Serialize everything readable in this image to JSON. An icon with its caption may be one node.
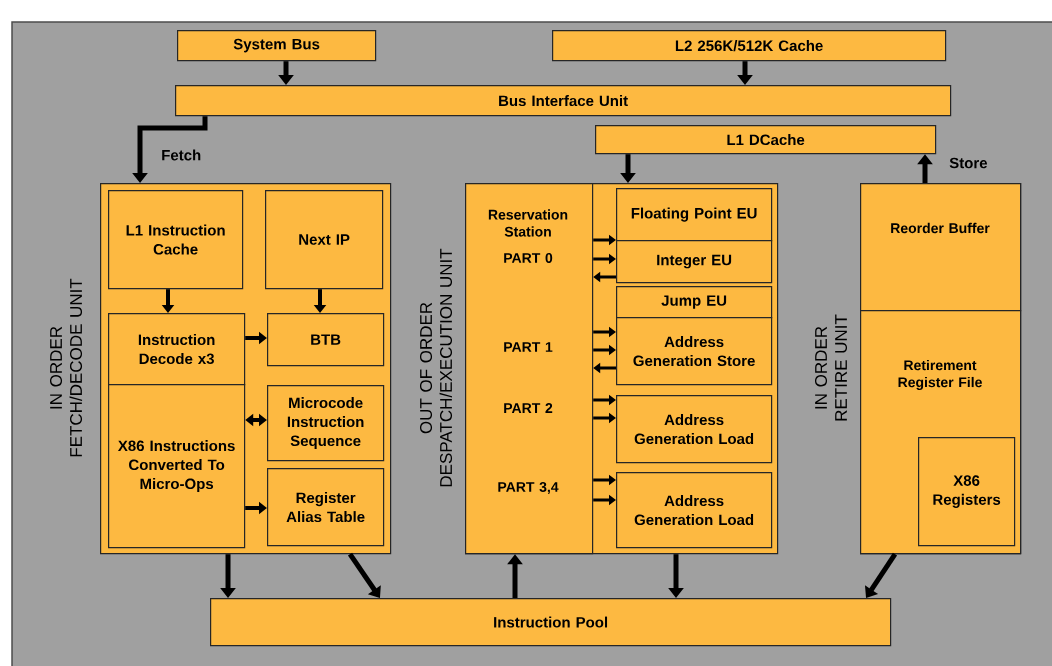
{
  "diagram": {
    "nodes": [
      {
        "text": [
          "System Bus"
        ]
      },
      {
        "text": [
          "L2 256K/512K Cache"
        ]
      },
      {
        "text": [
          "Bus Interface Unit"
        ]
      },
      {
        "text": [
          "L1 DCache"
        ]
      },
      {
        "text": [
          "IN ORDER FETCH/DECODE UNIT"
        ]
      },
      {
        "text": [
          "L1 Instruction Cache"
        ],
        "in": 4
      },
      {
        "text": [
          "Next IP"
        ],
        "in": 4
      },
      {
        "text": [
          "Instruction Decode x3"
        ],
        "in": 4
      },
      {
        "text": [
          "BTB"
        ],
        "in": 4
      },
      {
        "text": [
          "X86 Instructions Converted To Micro-Ops"
        ],
        "in": 4
      },
      {
        "text": [
          "Microcode Instruction Sequence"
        ],
        "in": 4
      },
      {
        "text": [
          "Register Alias Table"
        ],
        "in": 4
      },
      {
        "text": [
          "OUT OF ORDER DESPATCH/EXECUTION UNIT"
        ]
      },
      {
        "text": [
          "Reservation Station",
          "PART 0",
          "PART 1",
          "PART 2",
          "PART 3,4"
        ],
        "in": 12
      },
      {
        "text": [
          "Floating Point EU"
        ],
        "in": 12
      },
      {
        "text": [
          "Integer EU"
        ],
        "in": 12
      },
      {
        "text": [
          "Jump EU"
        ],
        "in": 12
      },
      {
        "text": [
          "Address Generation Store"
        ],
        "in": 12
      },
      {
        "text": [
          "Address Generation Load"
        ],
        "in": 12
      },
      {
        "text": [
          "Address Generation Load"
        ],
        "in": 12
      },
      {
        "text": [
          "IN ORDER RETIRE UNIT"
        ]
      },
      {
        "text": [
          "Reorder Buffer"
        ],
        "in": 20
      },
      {
        "text": [
          "Retirement Register File"
        ],
        "in": 20
      },
      {
        "text": [
          "X86 Registers"
        ],
        "in": 22
      },
      {
        "text": [
          "Instruction Pool"
        ]
      }
    ],
    "edges": [
      {
        "from": 0,
        "to": 2,
        "arrow": "to"
      },
      {
        "from": 1,
        "to": 2,
        "arrow": "to"
      },
      {
        "from": 2,
        "to": 4,
        "arrow": "to",
        "label": "Fetch"
      },
      {
        "from": 3,
        "to": 12,
        "arrow": "to"
      },
      {
        "from": 21,
        "to": 3,
        "arrow": "to",
        "label": "Store"
      },
      {
        "from": 5,
        "to": 7,
        "arrow": "to"
      },
      {
        "from": 6,
        "to": 8,
        "arrow": "to"
      },
      {
        "from": 7,
        "to": 8,
        "arrow": "to"
      },
      {
        "from": 9,
        "to": 10,
        "arrow": "both"
      },
      {
        "from": 9,
        "to": 11,
        "arrow": "to"
      },
      {
        "from": 13,
        "to": 14,
        "arrow": "to"
      },
      {
        "from": 13,
        "to": 15,
        "arrow": "to"
      },
      {
        "from": 15,
        "to": 13,
        "arrow": "to"
      },
      {
        "from": 13,
        "to": 17,
        "arrow": "to"
      },
      {
        "from": 13,
        "to": 17,
        "arrow": "to"
      },
      {
        "from": 17,
        "to": 13,
        "arrow": "to"
      },
      {
        "from": 13,
        "to": 18,
        "arrow": "to"
      },
      {
        "from": 13,
        "to": 18,
        "arrow": "to"
      },
      {
        "from": 13,
        "to": 19,
        "arrow": "to"
      },
      {
        "from": 13,
        "to": 19,
        "arrow": "to"
      },
      {
        "from": 4,
        "to": 24,
        "arrow": "to"
      },
      {
        "from": 4,
        "to": 24,
        "arrow": "to"
      },
      {
        "from": 24,
        "to": 13,
        "arrow": "to"
      },
      {
        "from": 12,
        "to": 24,
        "arrow": "to"
      },
      {
        "from": 20,
        "to": 24,
        "arrow": "to"
      }
    ]
  }
}
